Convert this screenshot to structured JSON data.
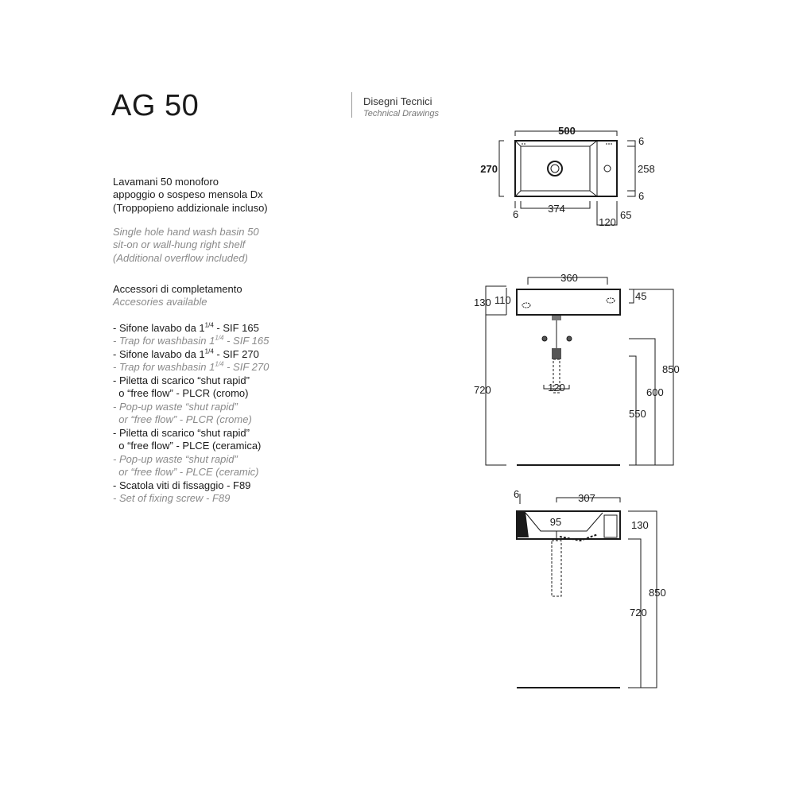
{
  "header": {
    "title": "AG 50",
    "section_it": "Disegni Tecnici",
    "section_en": "Technical Drawings"
  },
  "description": {
    "it": [
      "Lavamani 50 monoforo",
      "appoggio o sospeso mensola Dx",
      "(Troppopieno addizionale incluso)"
    ],
    "en": [
      "Single hole hand wash basin 50",
      "sit-on or wall-hung right shelf",
      "(Additional overflow included)"
    ]
  },
  "accessories": {
    "title_it": "Accessori di completamento",
    "title_en": "Accesories available",
    "items": [
      {
        "it": [
          "- Sifone lavabo da 1",
          " - SIF 165"
        ],
        "en": [
          "- Trap for washbasin 1",
          " - SIF 165"
        ],
        "sup": "1/4"
      },
      {
        "it": [
          "- Sifone lavabo da 1",
          " - SIF 270"
        ],
        "en": [
          "- Trap for washbasin 1",
          " - SIF 270"
        ],
        "sup": "1/4"
      },
      {
        "it": [
          "- Piletta di scarico “shut rapid”",
          "  o “free flow” - PLCR (cromo)"
        ],
        "en": [
          "- Pop-up waste “shut rapid”",
          "  or “free flow” - PLCR (crome)"
        ]
      },
      {
        "it": [
          "- Piletta di scarico “shut rapid”",
          "  o “free flow” - PLCE (ceramica)"
        ],
        "en": [
          "- Pop-up waste “shut rapid”",
          "  or “free flow” - PLCE (ceramic)"
        ]
      },
      {
        "it": [
          "- Scatola viti di fissaggio - F89"
        ],
        "en": [
          "- Set of fixing screw - F89"
        ]
      }
    ]
  },
  "drawings": {
    "top_view": {
      "width": "500",
      "depth": "270",
      "inner_depth": "258",
      "rim_top": "6",
      "rim_bottom": "6",
      "rim_left": "6",
      "basin_width": "374",
      "shelf": "120",
      "shelf_rim": "65"
    },
    "front_view": {
      "drain_span": "360",
      "total_height": "130",
      "basin_height": "110",
      "top_offset": "45",
      "floor_720": "720",
      "floor_850": "850",
      "floor_600": "600",
      "floor_550": "550",
      "trap_width": "120"
    },
    "side_view": {
      "rim": "6",
      "to_drain": "307",
      "drain_offset": "95",
      "height": "130",
      "floor_850": "850",
      "floor_720": "720"
    }
  }
}
